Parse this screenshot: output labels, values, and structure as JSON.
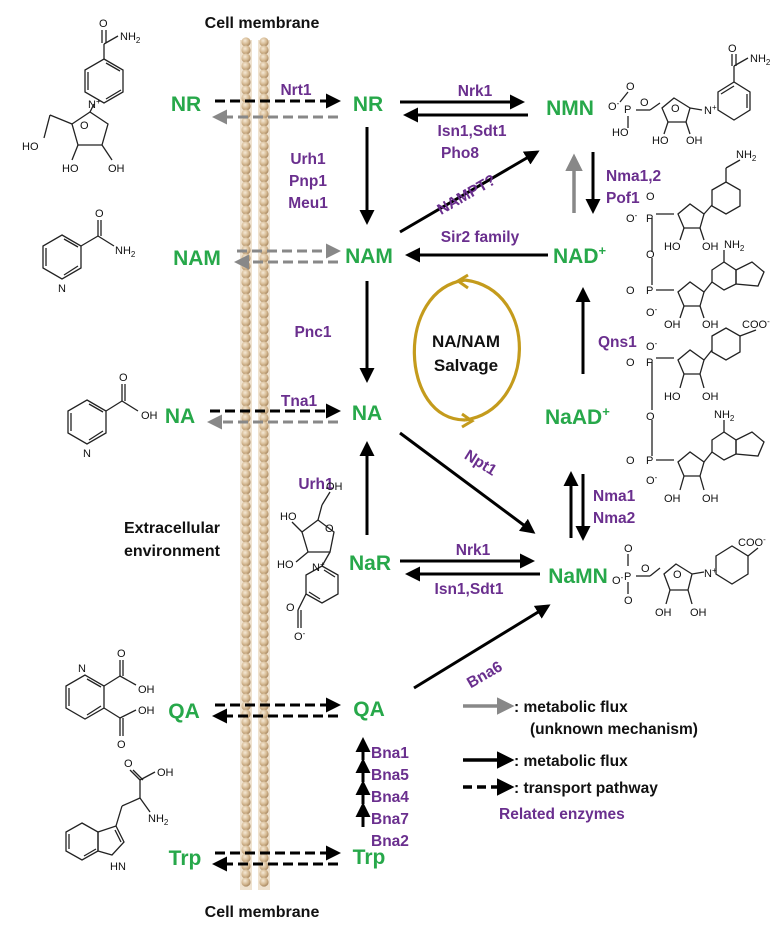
{
  "membrane": {
    "top_label": "Cell membrane",
    "bottom_label": "Cell membrane"
  },
  "regions": {
    "extracellular": [
      "Extracellular",
      "environment"
    ]
  },
  "metabolites": {
    "nr_out": "NR",
    "nr_in": "NR",
    "nmn": "NMN",
    "nam_out": "NAM",
    "nam_in": "NAM",
    "nad": "NAD",
    "nad_sup": "+",
    "na_out": "NA",
    "na_in": "NA",
    "naad": "NaAD",
    "naad_sup": "+",
    "nar": "NaR",
    "namn": "NaMN",
    "qa_out": "QA",
    "qa_in": "QA",
    "trp_out": "Trp",
    "trp_in": "Trp"
  },
  "enzymes": {
    "nrt1": "Nrt1",
    "nrk1_top": "Nrk1",
    "isn1_sdt1_top": "Isn1,Sdt1",
    "pho8": "Pho8",
    "urh1_top": "Urh1",
    "pnp1": "Pnp1",
    "meu1": "Meu1",
    "nampt": "NAMPT?",
    "nma12": "Nma1,2",
    "pof1": "Pof1",
    "sir2": "Sir2 family",
    "pnc1": "Pnc1",
    "tna1": "Tna1",
    "qns1": "Qns1",
    "npt1": "Npt1",
    "urh1_mid": "Urh1",
    "nma1": "Nma1",
    "nma2": "Nma2",
    "nrk1_bot": "Nrk1",
    "isn1_sdt1_bot": "Isn1,Sdt1",
    "bna6": "Bna6",
    "bna_chain": [
      "Bna1",
      "Bna5",
      "Bna4",
      "Bna7",
      "Bna2"
    ]
  },
  "cycle": {
    "line1": "NA/NAM",
    "line2": "Salvage"
  },
  "legend": {
    "grey": ": metabolic flux",
    "grey_sub": "(unknown mechanism)",
    "black": ": metabolic flux",
    "dashed": ": transport pathway",
    "enzymes": "Related enzymes"
  },
  "atoms": {
    "nh2": "NH",
    "nh2_sub": "2",
    "o": "O",
    "oh": "OH",
    "ho": "HO",
    "n": "N",
    "nplus": "N",
    "p": "P",
    "ominus": "O",
    "coo": "COO",
    "hn": "HN",
    "plus": "+",
    "minus": "-"
  },
  "colors": {
    "metabolite": "#27a84a",
    "enzyme": "#6a2f8e",
    "cycle": "#c49b1c",
    "grey_flux": "#888888",
    "membrane_outer": "#b89a78",
    "membrane_inner": "#efe2cf"
  }
}
